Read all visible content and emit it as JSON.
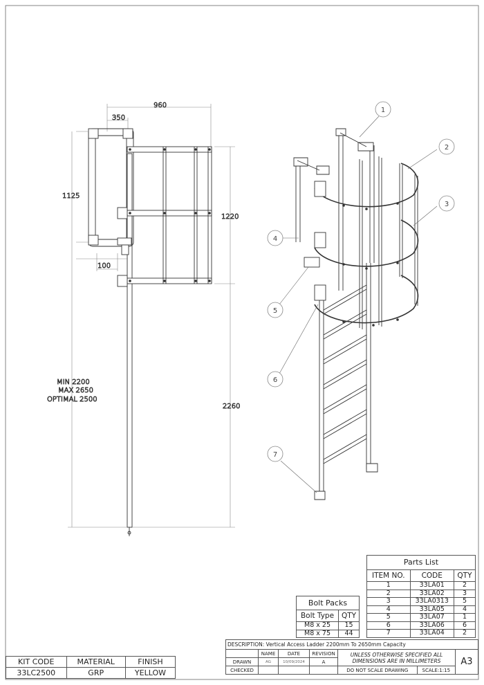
{
  "dimensions": {
    "width_960": "960",
    "width_350": "350",
    "height_1125": "1125",
    "height_1220": "1220",
    "offset_100": "100",
    "height_2260": "2260",
    "range_min": "MIN 2200",
    "range_max": "MAX 2650",
    "range_optimal": "OPTIMAL 2500"
  },
  "balloons": [
    "1",
    "2",
    "3",
    "4",
    "5",
    "6",
    "7"
  ],
  "parts_list": {
    "title": "Parts List",
    "headers": [
      "ITEM NO.",
      "CODE",
      "QTY"
    ],
    "rows": [
      [
        "1",
        "33LA01",
        "2"
      ],
      [
        "2",
        "33LA02",
        "3"
      ],
      [
        "3",
        "33LA0313",
        "5"
      ],
      [
        "4",
        "33LA05",
        "4"
      ],
      [
        "5",
        "33LA07",
        "1"
      ],
      [
        "6",
        "33LA06",
        "6"
      ],
      [
        "7",
        "33LA04",
        "2"
      ]
    ]
  },
  "bolt_packs": {
    "title": "Bolt Packs",
    "headers": [
      "Bolt Type",
      "QTY"
    ],
    "rows": [
      [
        "M8 x 25",
        "15"
      ],
      [
        "M8 x 75",
        "44"
      ]
    ]
  },
  "kit_block": {
    "headers": [
      "KIT CODE",
      "MATERIAL",
      "FINISH"
    ],
    "values": [
      "33LC2500",
      "GRP",
      "YELLOW"
    ]
  },
  "title_block": {
    "description": "DESCRIPTION:  Vertical Access Ladder 2200mm To 2650mm Capacity",
    "col_name": "NAME",
    "col_date": "DATE",
    "col_revision": "REVISION",
    "drawn_label": "DRAWN",
    "drawn_name": "AG",
    "drawn_date": "10/09/2024",
    "revision": "A",
    "checked_label": "CHECKED",
    "note": "UNLESS OTHERWISE SPECIFIED ALL DIMENSIONS ARE IN MILLIMETERS",
    "do_not_scale": "DO NOT SCALE DRAWING",
    "scale": "SCALE:1:15",
    "sheet_size": "A3"
  }
}
